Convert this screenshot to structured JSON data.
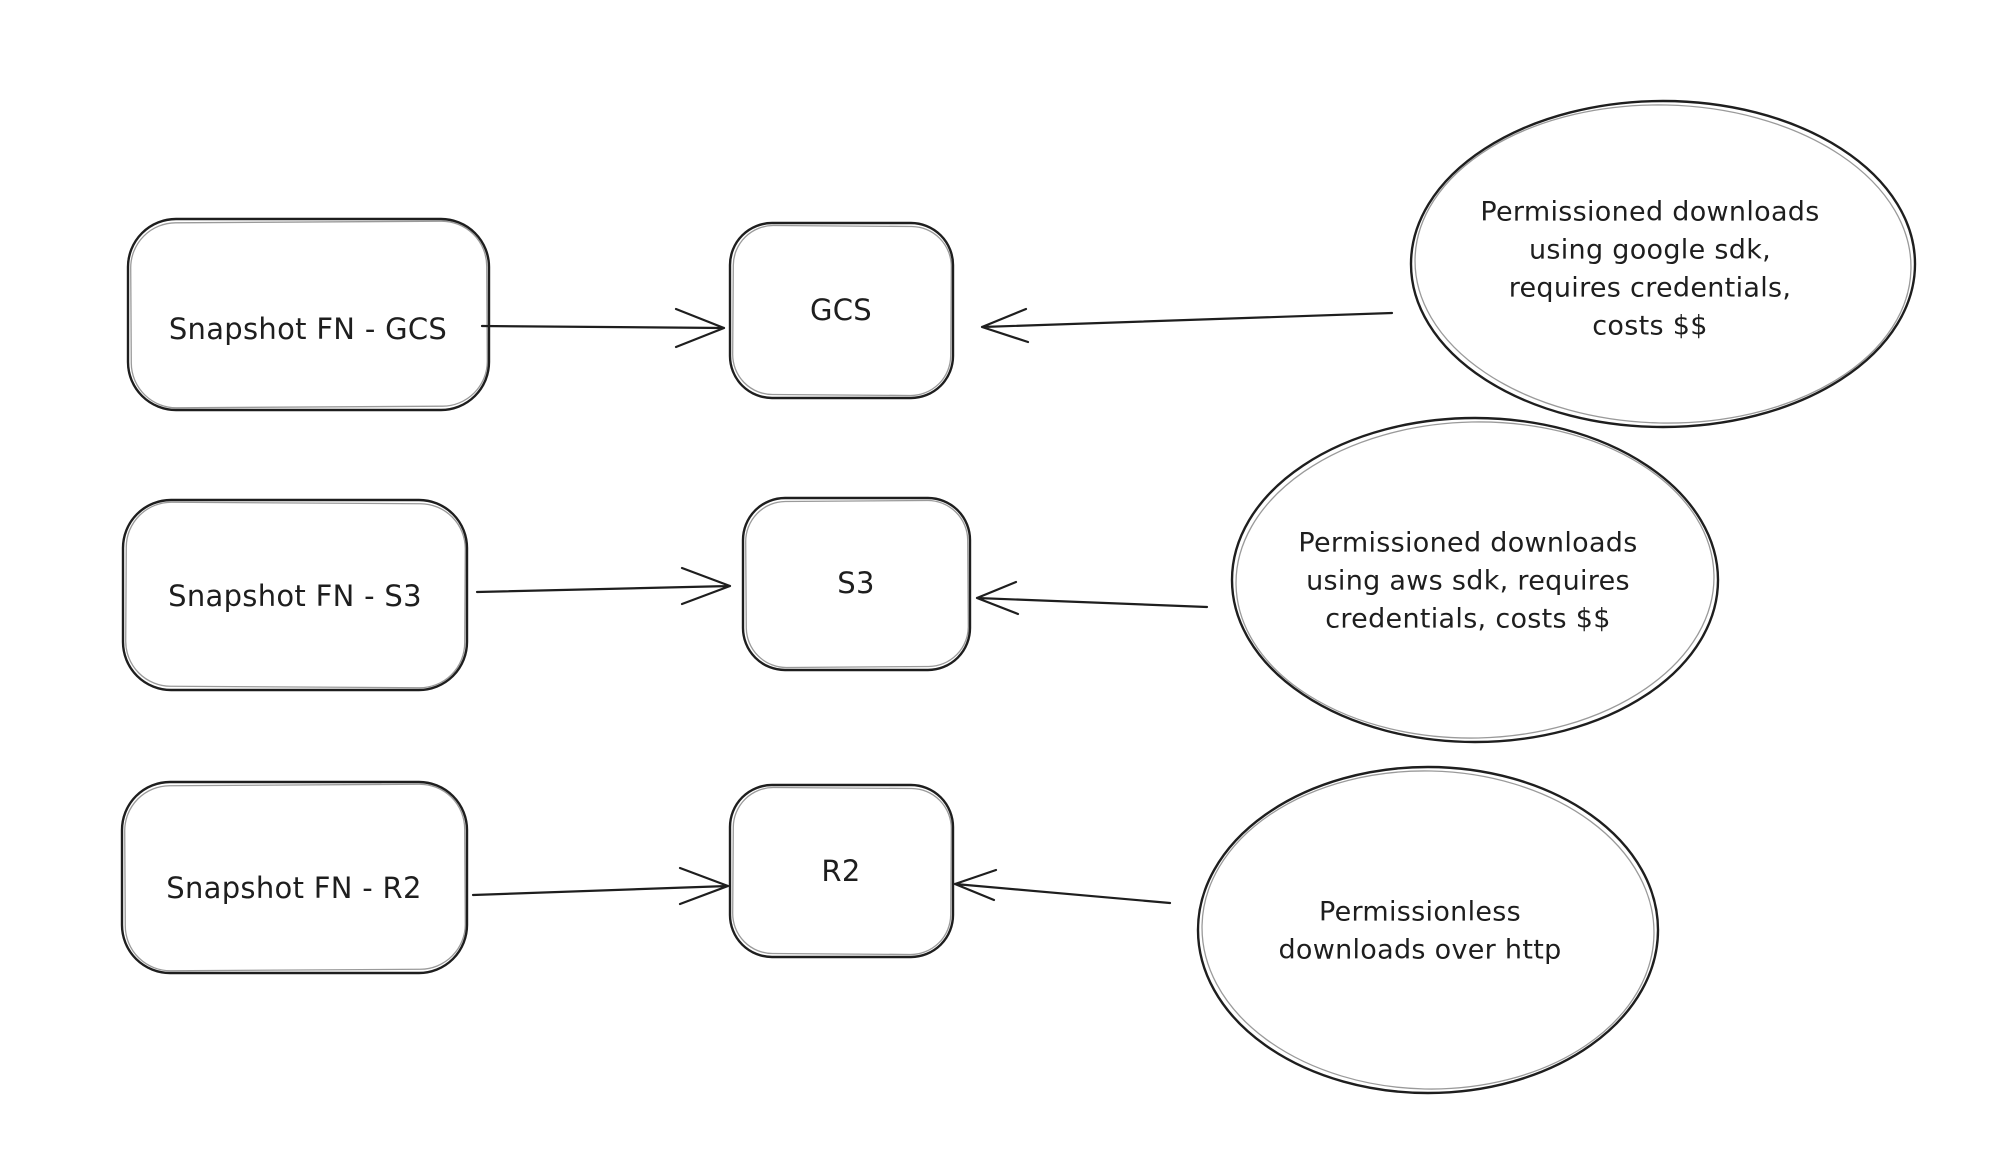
{
  "diagram": {
    "background_color": "#ffffff",
    "stroke_color": "#1e1e1e",
    "style": "hand-drawn",
    "rows": [
      {
        "id": "gcs",
        "source_label": "Snapshot FN - GCS",
        "target_label": "GCS",
        "note_lines": [
          "Permissioned downloads",
          "using google sdk,",
          "requires credentials,",
          "costs $$"
        ]
      },
      {
        "id": "s3",
        "source_label": "Snapshot FN - S3",
        "target_label": "S3",
        "note_lines": [
          "Permissioned downloads",
          "using aws sdk, requires",
          "credentials, costs $$"
        ]
      },
      {
        "id": "r2",
        "source_label": "Snapshot FN - R2",
        "target_label": "R2",
        "note_lines": [
          "Permissionless",
          "downloads over http"
        ]
      }
    ]
  }
}
